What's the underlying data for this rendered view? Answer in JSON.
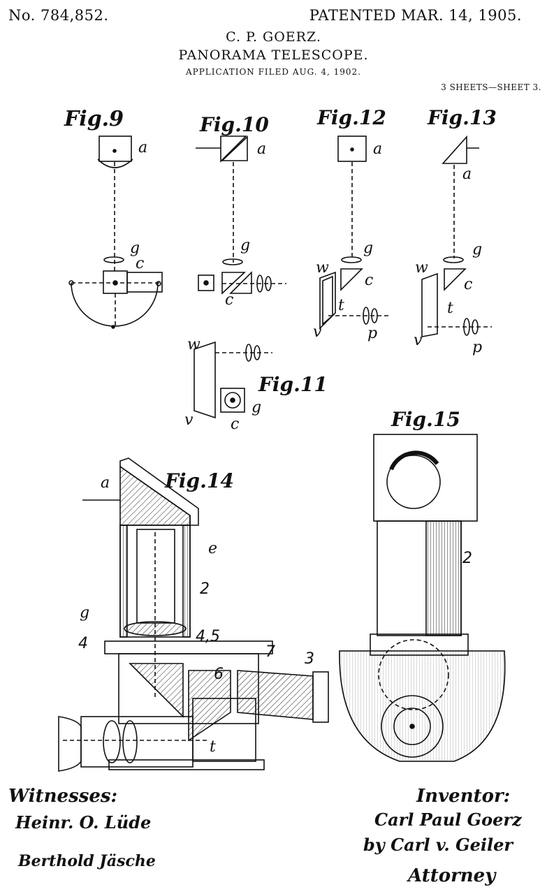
{
  "header": {
    "patent_number": "No. 784,852.",
    "patent_date": "PATENTED MAR. 14, 1905.",
    "inventor_name": "C. P. GOERZ.",
    "title": "PANORAMA TELESCOPE.",
    "filed": "APPLICATION FILED AUG. 4, 1902.",
    "sheets": "3 SHEETS—SHEET 3."
  },
  "figures": {
    "fig9": "Fig.9",
    "fig10": "Fig.10",
    "fig11": "Fig.11",
    "fig12": "Fig.12",
    "fig13": "Fig.13",
    "fig14": "Fig.14",
    "fig15": "Fig.15"
  },
  "labels": {
    "a": "a",
    "c": "c",
    "g": "g",
    "w": "w",
    "v": "v",
    "t": "t",
    "p": "p",
    "e": "e",
    "n2": "2",
    "n3": "3",
    "n4": "4",
    "n45": "4,5",
    "n6": "6",
    "n7": "7"
  },
  "footer": {
    "witnesses": "Witnesses:",
    "witness1": "Heinr. O. Lüde",
    "witness2": "Berthold Jäsche",
    "inventor_heading": "Inventor:",
    "inventor_sig": "Carl Paul Goerz",
    "by_attorney": "by Carl v. Geiler",
    "attorney": "Attorney"
  }
}
